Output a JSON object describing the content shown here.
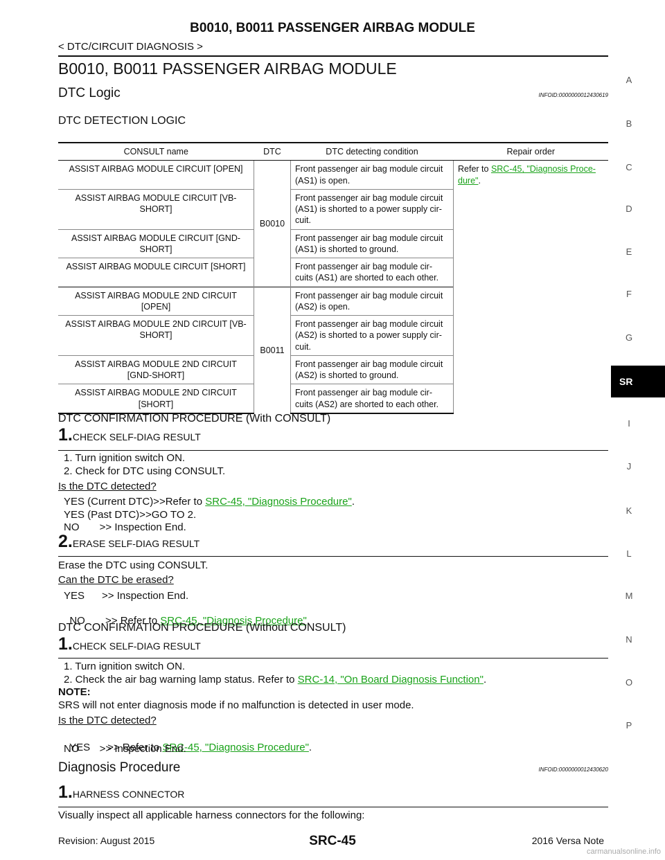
{
  "header": {
    "title": "B0010, B0011 PASSENGER AIRBAG MODULE",
    "breadcrumb": "< DTC/CIRCUIT DIAGNOSIS >"
  },
  "section_title": "B0010, B0011 PASSENGER AIRBAG MODULE",
  "dtc_logic": {
    "title": "DTC Logic",
    "infoid": "INFOID:0000000012430619"
  },
  "detection_logic_title": "DTC DETECTION LOGIC",
  "table": {
    "headers": [
      "CONSULT name",
      "DTC",
      "DTC detecting condition",
      "Repair order"
    ],
    "repair_prefix": "Refer to ",
    "repair_link": "SRC-45, \"Diagnosis Proce-dure\"",
    "repair_suffix": ".",
    "groups": [
      {
        "dtc": "B0010",
        "rows": [
          {
            "name": "ASSIST AIRBAG MODULE CIRCUIT [OPEN]",
            "condition": "Front passenger air bag module circuit (AS1) is open."
          },
          {
            "name": "ASSIST AIRBAG MODULE CIRCUIT [VB-SHORT]",
            "condition": "Front passenger air bag module circuit (AS1) is shorted to a power supply cir-cuit."
          },
          {
            "name": "ASSIST AIRBAG MODULE CIRCUIT [GND-SHORT]",
            "condition": "Front passenger air bag module circuit (AS1) is shorted to ground."
          },
          {
            "name": "ASSIST AIRBAG MODULE CIRCUIT [SHORT]",
            "condition": "Front passenger air bag module cir-cuits (AS1) are shorted to each other."
          }
        ]
      },
      {
        "dtc": "B0011",
        "rows": [
          {
            "name": "ASSIST AIRBAG MODULE 2ND CIRCUIT [OPEN]",
            "condition": "Front passenger air bag module circuit (AS2) is open."
          },
          {
            "name": "ASSIST AIRBAG MODULE 2ND CIRCUIT [VB-SHORT]",
            "condition": "Front passenger air bag module circuit (AS2) is shorted to a power supply cir-cuit."
          },
          {
            "name": "ASSIST AIRBAG MODULE 2ND CIRCUIT [GND-SHORT]",
            "condition": "Front passenger air bag module circuit (AS2) is shorted to ground."
          },
          {
            "name": "ASSIST AIRBAG MODULE 2ND CIRCUIT [SHORT]",
            "condition": "Front passenger air bag module cir-cuits (AS2) are shorted to each other."
          }
        ]
      }
    ]
  },
  "with_consult": {
    "title": "DTC CONFIRMATION PROCEDURE (With CONSULT)",
    "step1": {
      "num": "1.",
      "title": "CHECK SELF-DIAG RESULT",
      "lines": [
        "1. Turn ignition switch ON.",
        "2. Check for DTC using CONSULT."
      ],
      "question": "Is the DTC detected?",
      "yes_current_prefix": "YES (Current DTC)>>Refer to ",
      "yes_current_link": "SRC-45, \"Diagnosis Procedure\"",
      "yes_current_suffix": ".",
      "yes_past": "YES (Past DTC)>>GO TO 2.",
      "no": "NO       >> Inspection End."
    },
    "step2": {
      "num": "2.",
      "title": "ERASE SELF-DIAG RESULT",
      "line": "Erase the DTC using CONSULT.",
      "question": "Can the DTC be erased?",
      "yes": "YES      >> Inspection End.",
      "no_prefix": "NO       >> Refer to ",
      "no_link": "SRC-45, \"Diagnosis Procedure\"",
      "no_suffix": "."
    }
  },
  "without_consult": {
    "title": "DTC CONFIRMATION PROCEDURE (Without CONSULT)",
    "step1": {
      "num": "1.",
      "title": "CHECK SELF-DIAG RESULT",
      "line1": "1. Turn ignition switch ON.",
      "line2_prefix": "2. Check the air bag warning lamp status. Refer to ",
      "line2_link": "SRC-14, \"On Board Diagnosis Function\"",
      "line2_suffix": ".",
      "note_label": "NOTE:",
      "note": "SRS will not enter diagnosis mode if no malfunction is detected in user mode.",
      "question": "Is the DTC detected?",
      "yes_prefix": "YES      >> Refer to ",
      "yes_link": "SRC-45, \"Diagnosis Procedure\"",
      "yes_suffix": ".",
      "no": "NO       >> Inspection End."
    }
  },
  "diagnosis": {
    "title": "Diagnosis Procedure",
    "infoid": "INFOID:0000000012430620",
    "step1": {
      "num": "1.",
      "title": "HARNESS CONNECTOR",
      "line": "Visually inspect all applicable harness connectors for the following:"
    }
  },
  "sidebar": [
    "A",
    "B",
    "C",
    "D",
    "E",
    "F",
    "G",
    "I",
    "J",
    "K",
    "L",
    "M",
    "N",
    "O",
    "P"
  ],
  "active_tab": "SR",
  "footer": {
    "revision": "Revision: August 2015",
    "page": "SRC-45",
    "model": "2016 Versa Note",
    "watermark": "carmanualsonline.info"
  },
  "colors": {
    "link": "#19a219",
    "tab_bg": "#000000"
  }
}
